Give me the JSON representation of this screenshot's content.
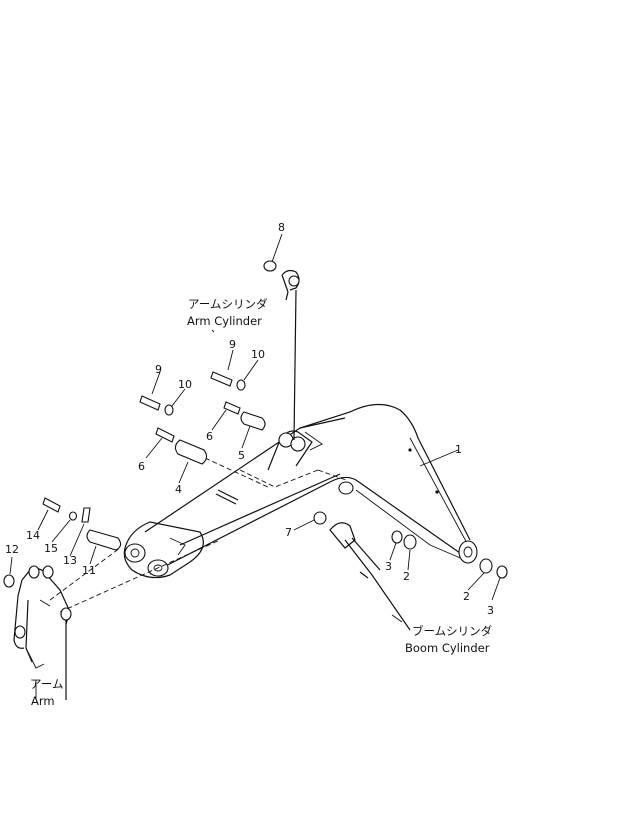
{
  "labels": {
    "arm_cylinder_jp": "アームシリンダ",
    "arm_cylinder_en": "Arm Cylinder",
    "boom_cylinder_jp": "ブームシリンダ",
    "boom_cylinder_en": "Boom Cylinder",
    "arm_jp": "アーム",
    "arm_en": "Arm"
  },
  "callouts": {
    "c1": "1",
    "c2a": "2",
    "c2b": "2",
    "c3a": "3",
    "c3b": "3",
    "c4": "4",
    "c5": "5",
    "c6a": "6",
    "c6b": "6",
    "c7": "7",
    "c8": "8",
    "c9a": "9",
    "c9b": "9",
    "c10a": "10",
    "c10b": "10",
    "c11": "11",
    "c12": "12",
    "c13": "13",
    "c14": "14",
    "c15": "15"
  }
}
